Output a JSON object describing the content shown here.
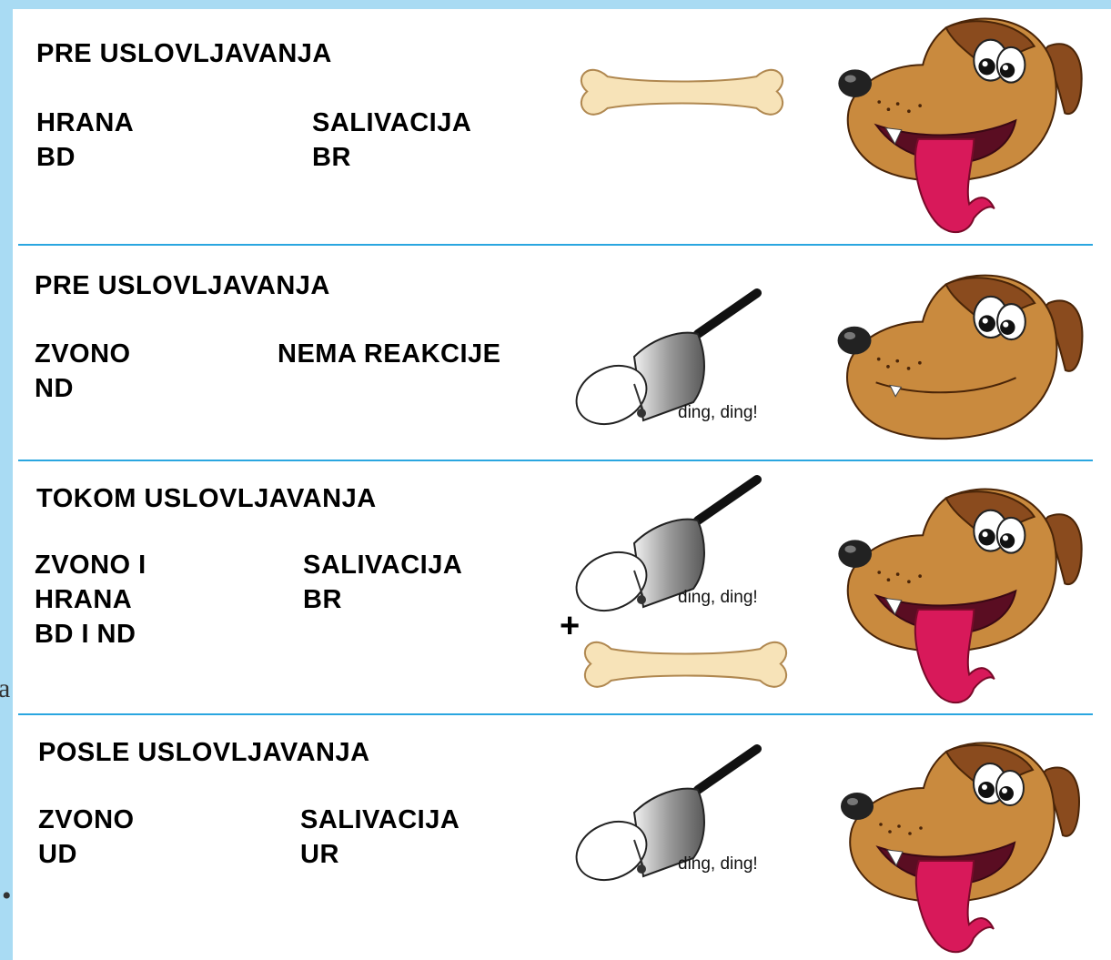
{
  "rows": [
    {
      "heading": "PRE USLOVLJAVANJA",
      "left": [
        "HRANA",
        "BD"
      ],
      "right": [
        "SALIVACIJA",
        "BR"
      ]
    },
    {
      "heading": "PRE USLOVLJAVANJA",
      "left": [
        "ZVONO",
        "ND"
      ],
      "right": [
        "NEMA REAKCIJE"
      ],
      "sound": "ding, ding!"
    },
    {
      "heading": "TOKOM USLOVLJAVANJA",
      "left": [
        "ZVONO I",
        "HRANA",
        "BD I ND"
      ],
      "right": [
        "SALIVACIJA",
        "BR"
      ],
      "sound": "ding, ding!",
      "plus": "+"
    },
    {
      "heading": "POSLE USLOVLJAVANJA",
      "left": [
        "ZVONO",
        "UD"
      ],
      "right": [
        "SALIVACIJA",
        "UR"
      ],
      "sound": "ding, ding!"
    }
  ],
  "colors": {
    "background": "#a9dbf3",
    "divider": "#2aa6e0",
    "bone": "#f7e3b8",
    "dog_fur": "#c98a3e",
    "dog_ear": "#8a4b1e",
    "tongue": "#d8195a",
    "bell": "#b8b8b8"
  },
  "icons": [
    "bone-icon",
    "dog-head-icon",
    "bell-icon"
  ]
}
